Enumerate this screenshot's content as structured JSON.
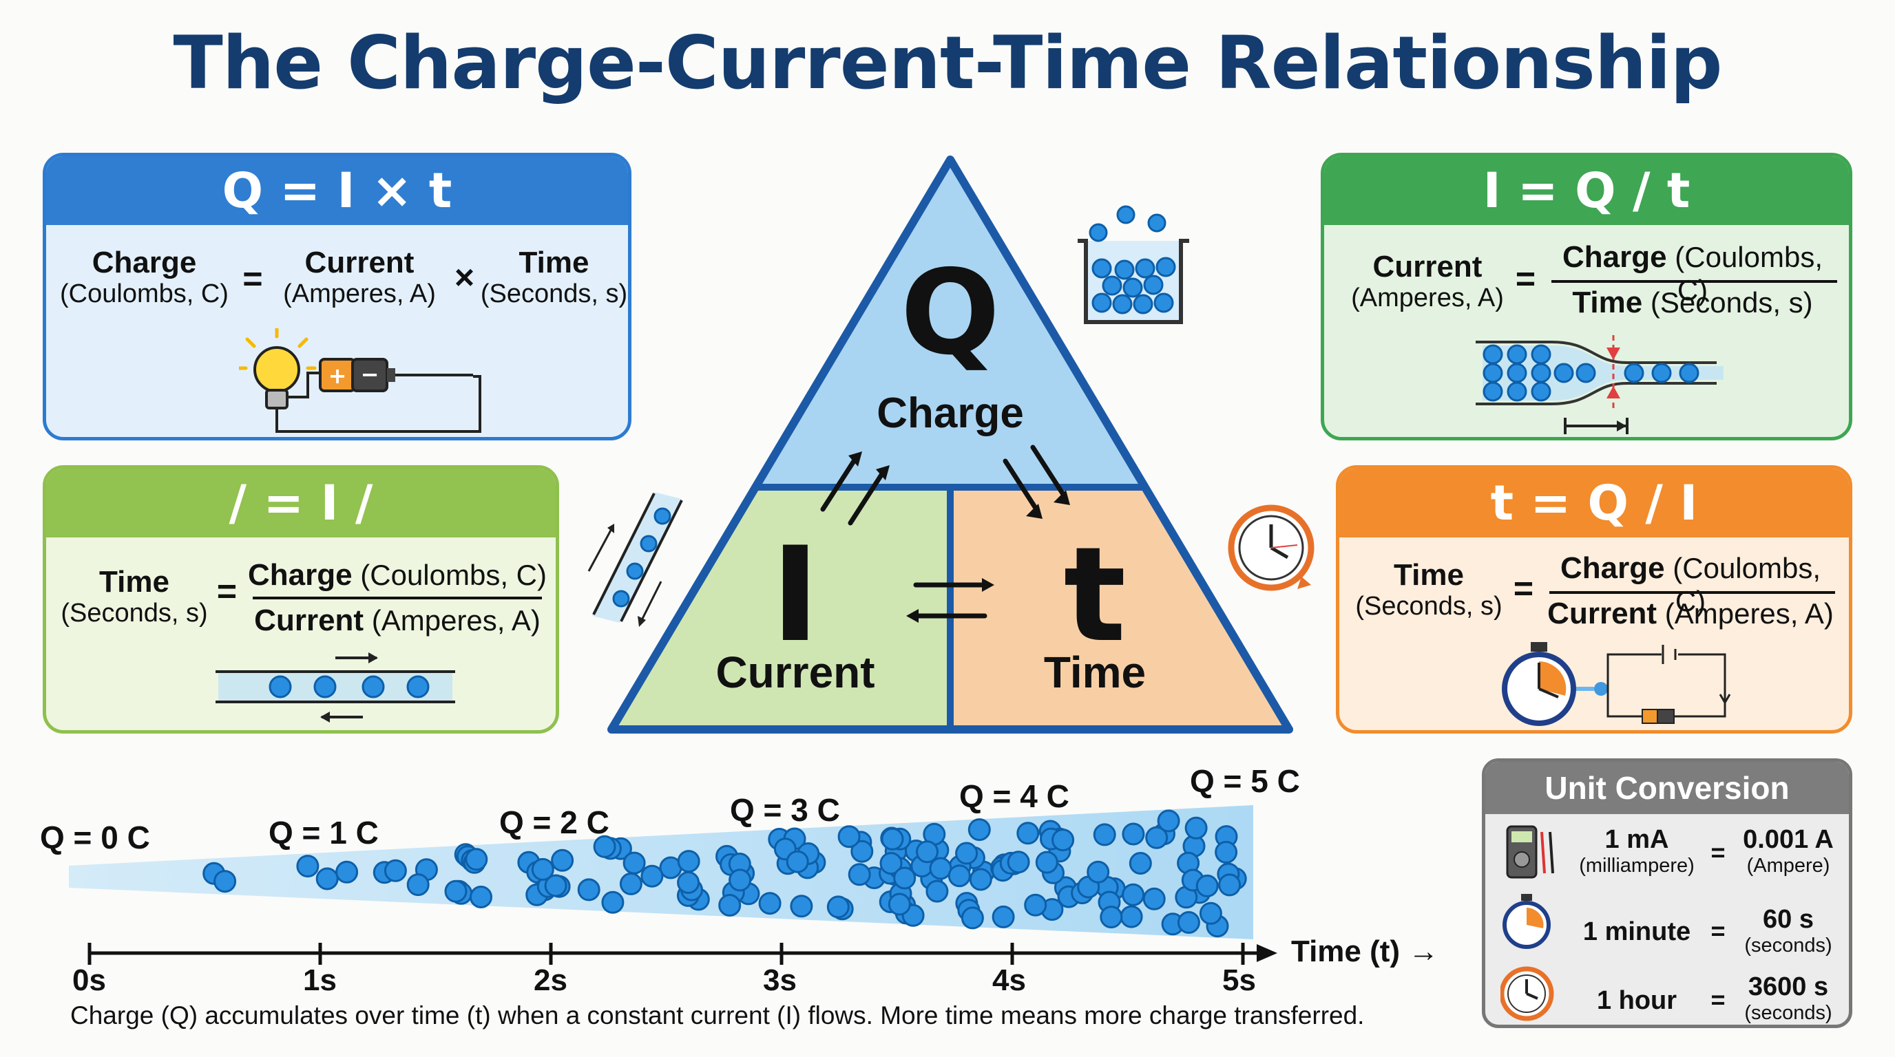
{
  "title": "The Charge-Current-Time Relationship",
  "cards": {
    "q": {
      "header": "Q = I × t",
      "t1": "Charge",
      "u1": "(Coulombs, C)",
      "op1": "=",
      "t2": "Current",
      "u2": "(Amperes, A)",
      "op2": "×",
      "t3": "Time",
      "u3": "(Seconds, s)"
    },
    "t_left": {
      "header": "/ = I /",
      "lhs": "Time",
      "lhs_unit": "(Seconds, s)",
      "op": "=",
      "num": "Charge",
      "num_unit": " (Coulombs, C)",
      "den": "Current",
      "den_unit": " (Amperes, A)"
    },
    "i": {
      "header": "I = Q / t",
      "lhs": "Current",
      "lhs_unit": "(Amperes, A)",
      "op": "=",
      "num": "Charge",
      "num_unit": " (Coulombs, C)",
      "den": "Time",
      "den_unit": " (Seconds, s)"
    },
    "t": {
      "header": "t = Q / I",
      "lhs": "Time",
      "lhs_unit": "(Seconds, s)",
      "op": "=",
      "num": "Charge",
      "num_unit": " (Coulombs, C)",
      "den": "Current",
      "den_unit": " (Amperes, A)"
    }
  },
  "triangle": {
    "q": "Q",
    "q_label": "Charge",
    "i": "I",
    "i_label": "Current",
    "t": "t",
    "t_label": "Time"
  },
  "timeline": {
    "q_labels": [
      "Q = 0 C",
      "Q = 1 C",
      "Q = 2 C",
      "Q = 3 C",
      "Q = 4 C",
      "Q = 5 C"
    ],
    "ticks": [
      "0s",
      "1s",
      "2s",
      "3s",
      "4s",
      "5s"
    ],
    "axis_label": "Time (t) →",
    "caption": "Charge (Q) accumulates over time (t) when a constant current (I) flows. More time means more charge transferred."
  },
  "conversion": {
    "title": "Unit Conversion",
    "rows": [
      {
        "left": "1 mA",
        "left_sub": "(milliampere)",
        "eq": "=",
        "right": "0.001 A",
        "right_sub": "(Ampere)"
      },
      {
        "left": "1 minute",
        "left_sub": "",
        "eq": "=",
        "right": "60 s",
        "right_sub": "(seconds)"
      },
      {
        "left": "1 hour",
        "left_sub": "",
        "eq": "=",
        "right": "3600 s",
        "right_sub": "(seconds)"
      }
    ]
  },
  "icons": [
    "light-bulb-icon",
    "battery-icon",
    "beaker-icon",
    "clock-icon",
    "stopwatch-icon",
    "multimeter-icon",
    "electron-icon"
  ],
  "colors": {
    "title": "#143c6e",
    "blue": "#2f7ed2",
    "light_green": "#92c24f",
    "dark_green": "#3fa653",
    "orange": "#f28c2d",
    "electron": "#2a8ee0"
  }
}
